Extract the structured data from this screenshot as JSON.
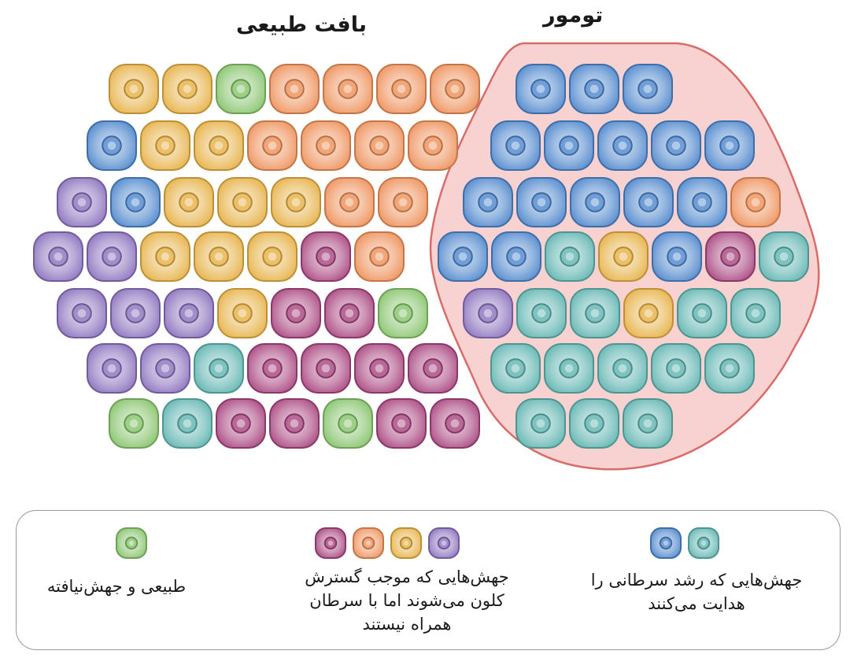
{
  "titles": {
    "normal_tissue": "بافت طبیعی",
    "tumor": "تومور"
  },
  "colors": {
    "blue": "#4d86cc",
    "teal": "#5fb4b0",
    "orange": "#ee9058",
    "yellow": "#e6b044",
    "purple": "#8a70bd",
    "magenta": "#a8447e",
    "green": "#86c36a",
    "tumor_fill": "#f7d2d0",
    "tumor_stroke": "#d86c6a"
  },
  "normal_tissue_rows": [
    [
      "yellow",
      "yellow",
      "green",
      "orange",
      "orange",
      "orange",
      "orange"
    ],
    [
      "blue",
      "yellow",
      "yellow",
      "orange",
      "orange",
      "orange",
      "orange"
    ],
    [
      "purple",
      "blue",
      "yellow",
      "yellow",
      "yellow",
      "orange",
      "orange"
    ],
    [
      "purple",
      "purple",
      "yellow",
      "yellow",
      "yellow",
      "magenta",
      "orange"
    ],
    [
      "purple",
      "purple",
      "purple",
      "yellow",
      "magenta",
      "magenta",
      "green"
    ],
    [
      "purple",
      "purple",
      "teal",
      "magenta",
      "magenta",
      "magenta",
      "magenta"
    ],
    [
      "green",
      "teal",
      "magenta",
      "magenta",
      "green",
      "magenta",
      "magenta"
    ]
  ],
  "tumor_rows": [
    [
      "blue",
      "blue",
      "blue"
    ],
    [
      "blue",
      "blue",
      "blue",
      "blue",
      "blue"
    ],
    [
      "blue",
      "blue",
      "blue",
      "blue",
      "blue",
      "orange"
    ],
    [
      "blue",
      "blue",
      "teal",
      "yellow",
      "blue",
      "magenta",
      "teal"
    ],
    [
      "purple",
      "teal",
      "teal",
      "yellow",
      "teal",
      "teal"
    ],
    [
      "teal",
      "teal",
      "teal",
      "teal",
      "teal"
    ],
    [
      "teal",
      "teal",
      "teal"
    ]
  ],
  "legend": {
    "driver": {
      "colors": [
        "blue",
        "teal"
      ],
      "lines": [
        "جهش‌هایی که رشد سرطانی را",
        "هدایت می‌کنند"
      ]
    },
    "passenger": {
      "colors": [
        "magenta",
        "orange",
        "yellow",
        "purple"
      ],
      "lines": [
        "جهش‌هایی که موجب گسترش",
        "کلون می‌شوند اما با سرطان",
        "همراه نیستند"
      ]
    },
    "normal": {
      "colors": [
        "green"
      ],
      "lines": [
        "طبیعی و جهش‌نیافته"
      ]
    }
  }
}
